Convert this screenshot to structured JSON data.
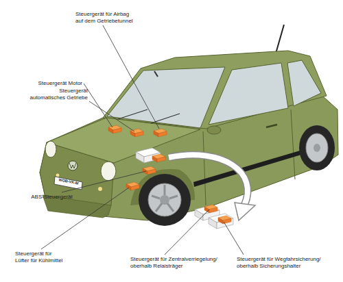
{
  "diagram": {
    "labels": [
      "Steuergerät für Airbag auf dem Getriebetunnel",
      "Steuergerät Motor",
      "Steuergerät automatisches Getriebe",
      "ABS-Steuergerät",
      "WOB-VK-M",
      "Steuergerät für Lüfter für Kühlmittel",
      "Steuergerät für Zentralverriegelung/ oberhalb Relaisträger",
      "Steuergerät für Wegfahrsicherung/ oberhalb Sicherungshalter"
    ]
  }
}
